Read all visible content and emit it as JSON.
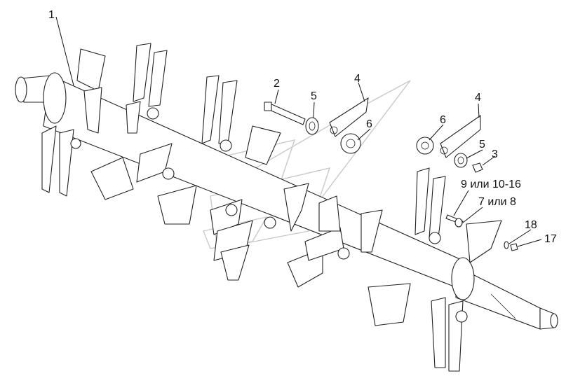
{
  "diagram": {
    "callouts": [
      {
        "id": "c1",
        "text": "1"
      },
      {
        "id": "c2",
        "text": "2"
      },
      {
        "id": "c5a",
        "text": "5"
      },
      {
        "id": "c4a",
        "text": "4"
      },
      {
        "id": "c6a",
        "text": "6"
      },
      {
        "id": "c6b",
        "text": "6"
      },
      {
        "id": "c4b",
        "text": "4"
      },
      {
        "id": "c5b",
        "text": "5"
      },
      {
        "id": "c3",
        "text": "3"
      },
      {
        "id": "c9",
        "text": "9 или 10-16"
      },
      {
        "id": "c7",
        "text": "7 или 8"
      },
      {
        "id": "c18",
        "text": "18"
      },
      {
        "id": "c17",
        "text": "17"
      }
    ]
  }
}
